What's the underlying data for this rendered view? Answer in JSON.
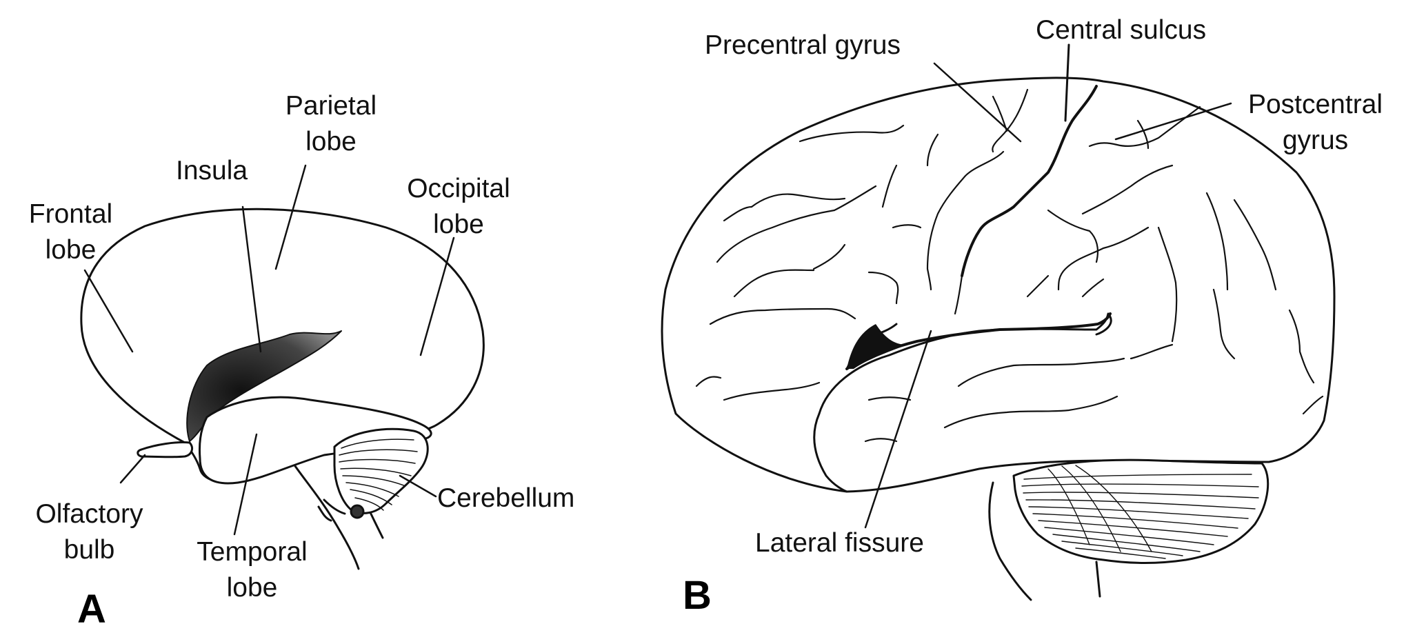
{
  "panel_a": {
    "letter": "A",
    "labels": {
      "frontal": [
        "Frontal",
        "lobe"
      ],
      "insula": "Insula",
      "parietal": [
        "Parietal",
        "lobe"
      ],
      "occipital": [
        "Occipital",
        "lobe"
      ],
      "olfactory": [
        "Olfactory",
        "bulb"
      ],
      "temporal": [
        "Temporal",
        "lobe"
      ],
      "cerebellum": "Cerebellum"
    }
  },
  "panel_b": {
    "letter": "B",
    "labels": {
      "precentral": "Precentral gyrus",
      "central": "Central sulcus",
      "postcentral": [
        "Postcentral",
        "gyrus"
      ],
      "lateral": "Lateral fissure"
    }
  }
}
